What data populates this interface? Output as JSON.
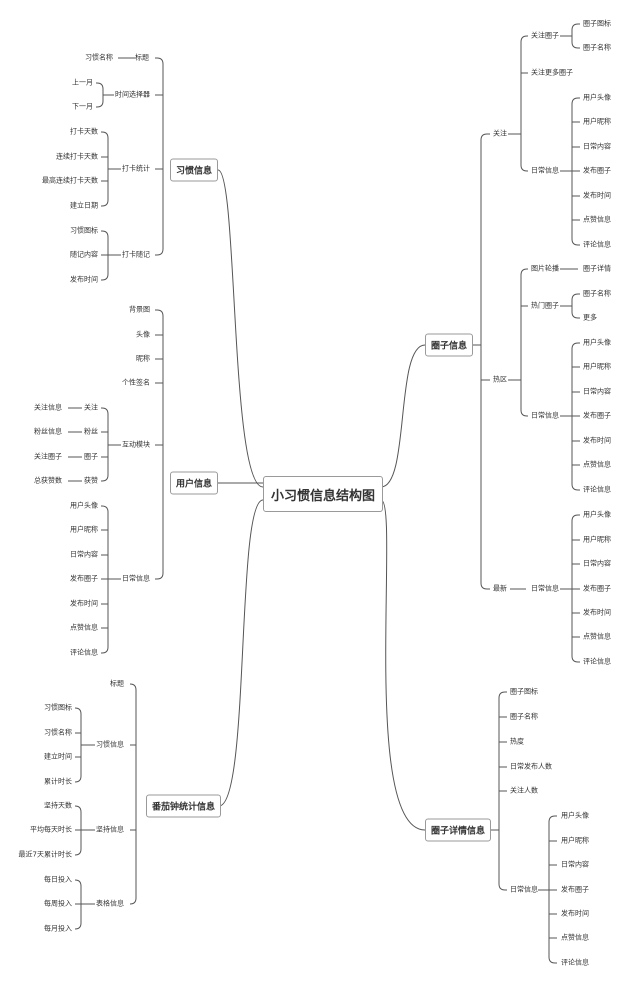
{
  "root": "小习惯信息结构图",
  "habit": {
    "title": "习惯信息",
    "biaoti": {
      "label": "标题",
      "child": "习惯名称"
    },
    "shijian": {
      "label": "时间选择器",
      "c": [
        "上一月",
        "下一月"
      ]
    },
    "daka": {
      "label": "打卡统计",
      "c": [
        "打卡天数",
        "连续打卡天数",
        "最高连续打卡天数",
        "建立日期"
      ]
    },
    "suiji": {
      "label": "打卡随记",
      "c": [
        "习惯图标",
        "随记内容",
        "发布时间"
      ]
    }
  },
  "user": {
    "title": "用户信息",
    "items": [
      "背景图",
      "头像",
      "昵称",
      "个性签名"
    ],
    "hudong": {
      "label": "互动模块",
      "rows": [
        [
          "关注",
          "关注信息"
        ],
        [
          "粉丝",
          "粉丝信息"
        ],
        [
          "圈子",
          "关注圈子"
        ],
        [
          "获赞",
          "总获赞数"
        ]
      ]
    },
    "richang": {
      "label": "日常信息",
      "c": [
        "用户头像",
        "用户昵称",
        "日常内容",
        "发布圈子",
        "发布时间",
        "点赞信息",
        "评论信息"
      ]
    }
  },
  "tomato": {
    "title": "番茄钟统计信息",
    "biaoti": "标题",
    "xiguan": {
      "label": "习惯信息",
      "c": [
        "习惯图标",
        "习惯名称",
        "建立时间",
        "累计时长"
      ]
    },
    "jianchi": {
      "label": "坚持信息",
      "c": [
        "坚持天数",
        "平均每天时长",
        "最近7天累计时长"
      ]
    },
    "biaoge": {
      "label": "表格信息",
      "c": [
        "每日投入",
        "每周投入",
        "每月投入"
      ]
    }
  },
  "circle": {
    "title": "圈子信息",
    "guanzhu": {
      "label": "关注",
      "quanzi": {
        "label": "关注圈子",
        "c": [
          "圈子图标",
          "圈子名称"
        ]
      },
      "more": "关注更多圈子",
      "richang": {
        "label": "日常信息",
        "c": [
          "用户头像",
          "用户昵称",
          "日常内容",
          "发布圈子",
          "发布时间",
          "点赞信息",
          "评论信息"
        ]
      }
    },
    "rebu": {
      "label": "热区",
      "lunbo": {
        "label": "图片轮播",
        "child": "圈子详情"
      },
      "remen": {
        "label": "热门圈子",
        "c": [
          "圈子名称",
          "更多"
        ]
      },
      "richang": {
        "label": "日常信息",
        "c": [
          "用户头像",
          "用户昵称",
          "日常内容",
          "发布圈子",
          "发布时间",
          "点赞信息",
          "评论信息"
        ]
      }
    },
    "zuixin": {
      "label": "最新",
      "richang": {
        "label": "日常信息",
        "c": [
          "用户头像",
          "用户昵称",
          "日常内容",
          "发布圈子",
          "发布时间",
          "点赞信息",
          "评论信息"
        ]
      }
    }
  },
  "detail": {
    "title": "圈子详情信息",
    "items": [
      "圈子图标",
      "圈子名称",
      "热度",
      "日常发布人数",
      "关注人数"
    ],
    "richang": {
      "label": "日常信息",
      "c": [
        "用户头像",
        "用户昵称",
        "日常内容",
        "发布圈子",
        "发布时间",
        "点赞信息",
        "评论信息"
      ]
    }
  }
}
